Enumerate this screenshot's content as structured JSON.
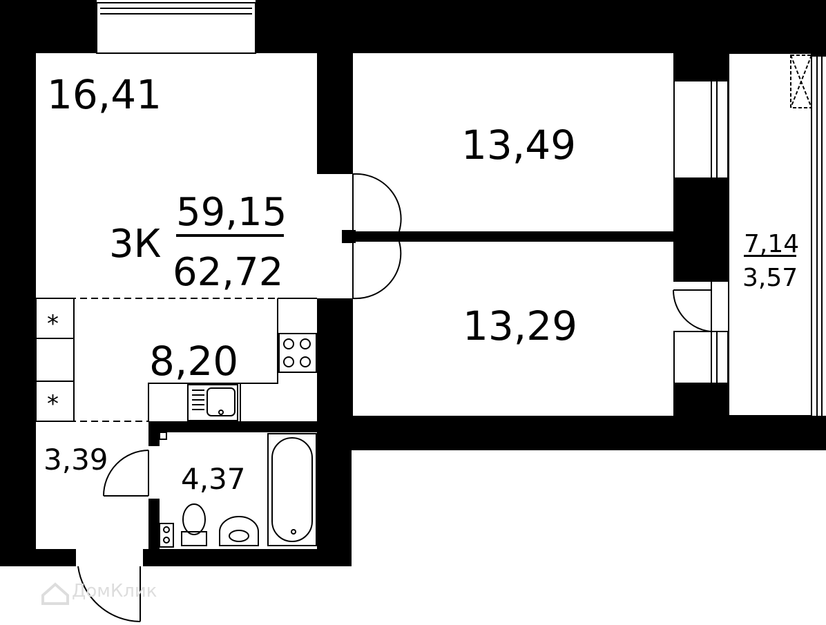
{
  "plan": {
    "rooms_type": "3К",
    "living_area": "59,15",
    "total_area": "62,72",
    "rooms": {
      "living_room": "16,41",
      "bedroom_1": "13,49",
      "bedroom_2": "13,29",
      "kitchen": "8,20",
      "hallway": "3,39",
      "bathroom": "4,37"
    },
    "loggia": {
      "area": "7,14",
      "reduced_area": "3,57"
    },
    "marks": {
      "star_top": "*",
      "star_bottom": "*"
    }
  },
  "watermark": {
    "text": "ДомКлик"
  },
  "colors": {
    "wall": "#000000",
    "background": "#ffffff",
    "watermark": "#dddddd"
  }
}
